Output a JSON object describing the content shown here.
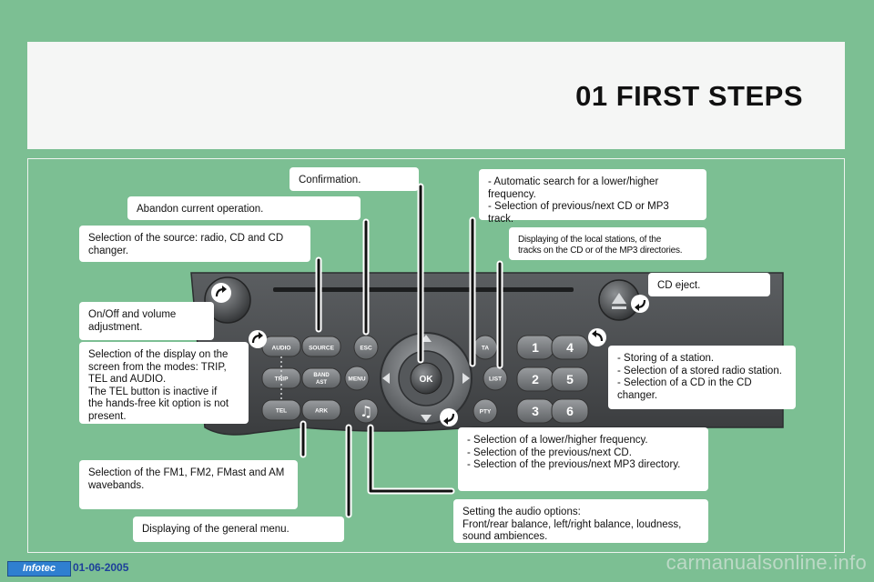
{
  "page": {
    "title": "01 FIRST STEPS"
  },
  "callouts": {
    "confirmation": "Confirmation.",
    "abandon": "Abandon current operation.",
    "source": "Selection of the source: radio, CD and CD\nchanger.",
    "onoff": "On/Off and volume\nadjustment.",
    "display_modes": "Selection of the display on the\nscreen from the modes: TRIP,\nTEL and AUDIO.\nThe TEL button is inactive if\nthe hands-free kit option is not\npresent.",
    "wavebands": "Selection of the FM1, FM2, FMast and AM\nwavebands.",
    "general_menu": "Displaying of the general menu.",
    "auto_search": "- Automatic search for a lower/higher\nfrequency.\n- Selection of previous/next CD or MP3 track.",
    "local_stations": "Displaying of the local stations, of the\ntracks on the CD or of the MP3 directories.",
    "cd_eject": "CD eject.",
    "storing": "- Storing of a station.\n- Selection of a stored radio station.\n- Selection of a CD in the CD changer.",
    "frequency": "- Selection of a lower/higher frequency.\n- Selection of the previous/next CD.\n- Selection of the previous/next MP3 directory.",
    "audio_options": "Setting the audio options:\nFront/rear balance, left/right balance, loudness,\nsound ambiences."
  },
  "radio": {
    "buttons": {
      "audio": "AUDIO",
      "source": "SOURCE",
      "esc": "ESC",
      "trip": "TRIP",
      "band_ast_1": "BAND",
      "band_ast_2": "AST",
      "menu": "MENU",
      "ok": "OK",
      "tel": "TEL",
      "dark": "ARK",
      "ta": "TA",
      "list": "LIST",
      "pty": "PTY"
    },
    "presets": [
      "1",
      "4",
      "2",
      "5",
      "3",
      "6"
    ]
  },
  "icons": {
    "rotary": "curved-arrow-icon",
    "eject": "eject-icon",
    "music": "music-note-icon"
  },
  "footer": {
    "logo": "Infotec",
    "date": "01-06-2005",
    "watermark": "carmanualsonline.info"
  },
  "colors": {
    "background": "#7cbf93",
    "panel": "#f5f6f5",
    "radio_face": "#4a4c4e",
    "button": "#7a7d80"
  }
}
